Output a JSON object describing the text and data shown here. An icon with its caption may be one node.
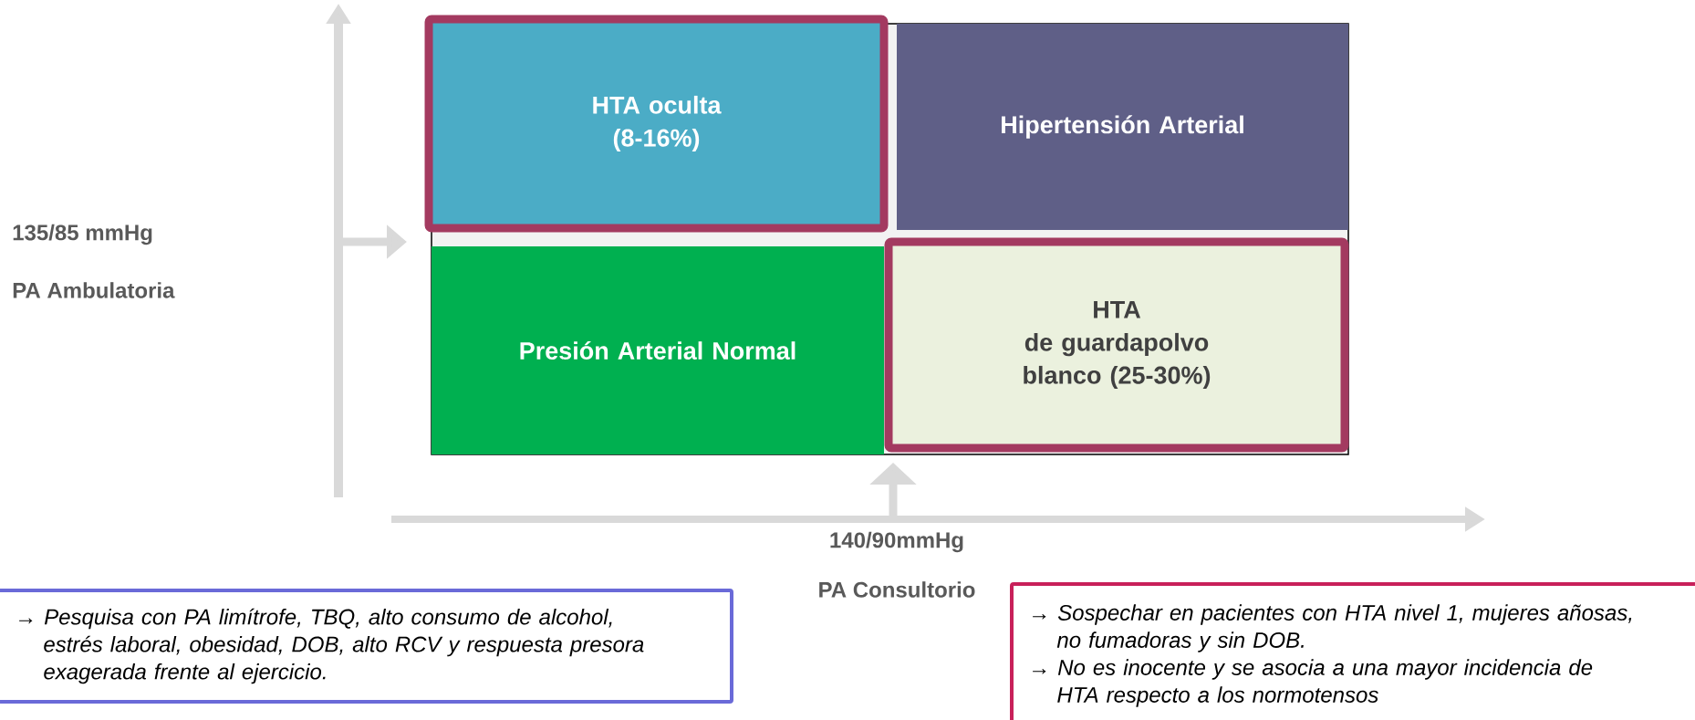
{
  "diagram": {
    "nodes": [
      {
        "text": [
          "HTA oculta (8-16%)"
        ]
      },
      {
        "text": [
          "Hipertensión Arterial"
        ]
      },
      {
        "text": [
          "Presión Arterial Normal"
        ]
      },
      {
        "text": [
          "HTA",
          "de guardapolvo blanco (25-30%)"
        ]
      },
      {
        "text": [
          "→ Pesquisa con PA limítrofe, TBQ, alto consumo de alcohol, estrés laboral, obesidad, DOB, alto RCV y respuesta presora exagerada frente al ejercicio."
        ]
      },
      {
        "text": [
          "→ Sospechar en pacientes con HTA nivel 1, mujeres añosas, no fumadoras y sin DOB.",
          "→ No es inocente y se asocia a una mayor incidencia de HTA respecto a los normotensos"
        ]
      }
    ],
    "labels": [
      "135/85 mmHg",
      "PA Ambulatoria",
      "140/90mmHg",
      "PA Consultorio"
    ]
  }
}
